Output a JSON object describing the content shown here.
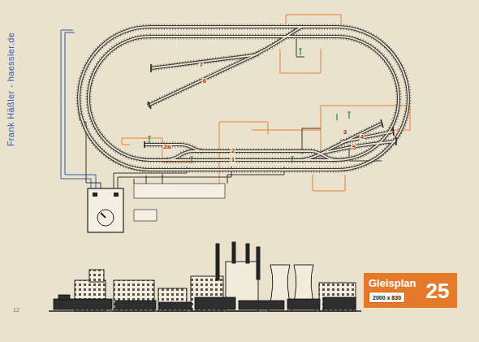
{
  "diagram": {
    "nodes": [
      {
        "text": [
          "Gleisplan",
          "25"
        ]
      },
      {
        "text": [
          "2000 x 830"
        ],
        "in": 0
      }
    ],
    "labels": [
      "Frank Häßler - haessler.de",
      "7",
      "6",
      "2a",
      "2",
      "1",
      "3",
      "4",
      "5",
      "12"
    ]
  }
}
